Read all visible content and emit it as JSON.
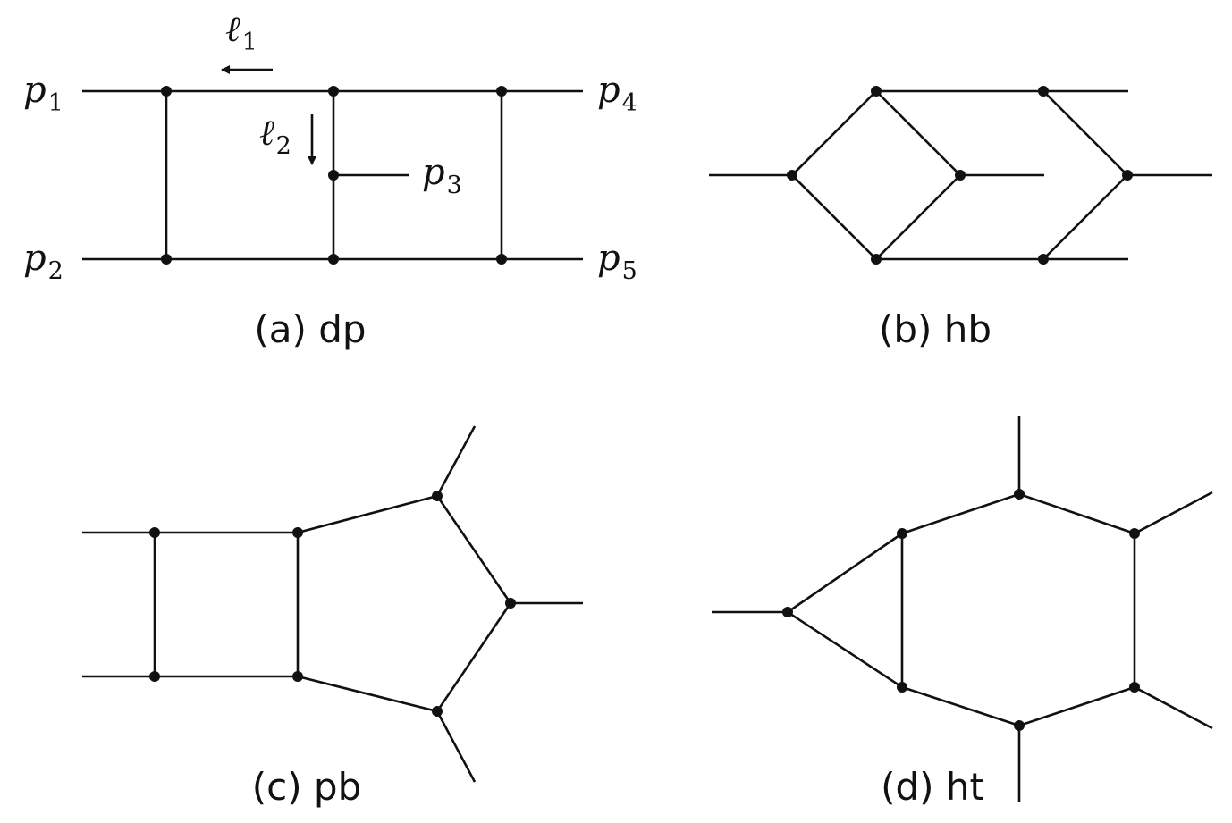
{
  "diagrams": [
    {
      "id": "dp",
      "caption": "(a) dp",
      "labels": [
        {
          "name": "p1",
          "base": "p",
          "sub": "1"
        },
        {
          "name": "p2",
          "base": "p",
          "sub": "2"
        },
        {
          "name": "p3",
          "base": "p",
          "sub": "3"
        },
        {
          "name": "p4",
          "base": "p",
          "sub": "4"
        },
        {
          "name": "p5",
          "base": "p",
          "sub": "5"
        },
        {
          "name": "l1",
          "base": "ℓ",
          "sub": "1"
        },
        {
          "name": "l2",
          "base": "ℓ",
          "sub": "2"
        }
      ]
    },
    {
      "id": "hb",
      "caption": "(b) hb"
    },
    {
      "id": "pb",
      "caption": "(c) pb"
    },
    {
      "id": "ht",
      "caption": "(d) ht"
    }
  ]
}
